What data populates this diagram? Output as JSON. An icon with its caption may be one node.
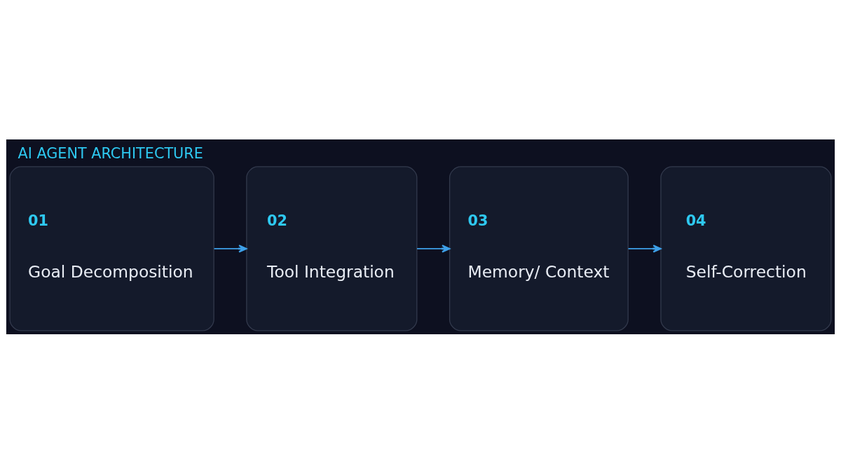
{
  "diagram": {
    "title": "AI AGENT ARCHITECTURE",
    "nodes": [
      {
        "text": [
          "01",
          "Goal Decomposition"
        ]
      },
      {
        "text": [
          "02",
          "Tool Integration"
        ]
      },
      {
        "text": [
          "03",
          "Memory/ Context"
        ]
      },
      {
        "text": [
          "04",
          "Self-Correction"
        ]
      }
    ],
    "edges": [
      {
        "from": 0,
        "to": 1,
        "arrow": "to"
      },
      {
        "from": 1,
        "to": 2,
        "arrow": "to"
      },
      {
        "from": 2,
        "to": 3,
        "arrow": "to"
      }
    ]
  }
}
